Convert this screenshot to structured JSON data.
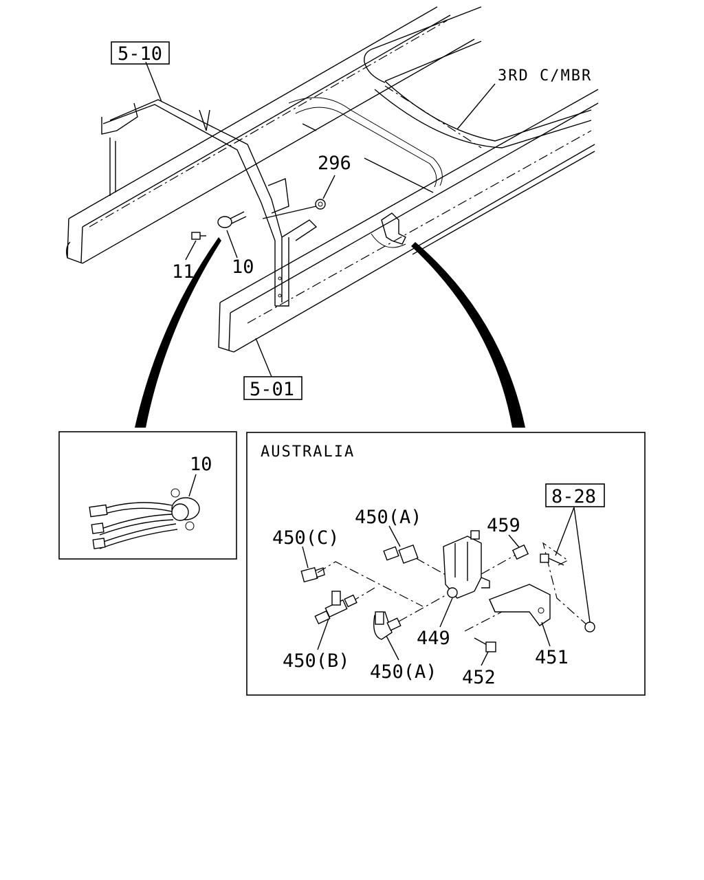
{
  "labels": {
    "ref_5_10": "5-10",
    "ref_3rd_cmbr": "3RD C/MBR",
    "ref_5_01": "5-01",
    "ref_8_28": "8-28",
    "part_296": "296",
    "part_11": "11",
    "part_10_main": "10",
    "part_10_inset": "10",
    "region_australia": "AUSTRALIA",
    "part_450c": "450(C)",
    "part_450a_top": "450(A)",
    "part_459": "459",
    "part_450b": "450(B)",
    "part_450a_bottom": "450(A)",
    "part_449": "449",
    "part_452": "452",
    "part_451": "451"
  }
}
